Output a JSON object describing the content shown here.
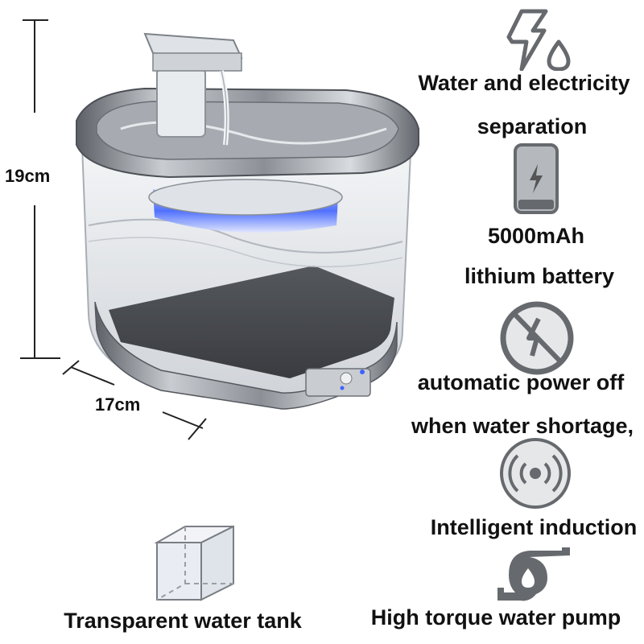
{
  "dimensions": {
    "height_label": "19cm",
    "width_label": "17cm"
  },
  "product": {
    "icon": "pet-water-fountain",
    "colors": {
      "steel": "#7f8387",
      "glow": "#3f63ff",
      "tank": "#d9dde3"
    }
  },
  "features": [
    {
      "icon": "water-electricity-icon",
      "line1": "Water and electricity",
      "line2": "separation"
    },
    {
      "icon": "battery-icon",
      "line1": "5000mAh",
      "line2": "lithium battery"
    },
    {
      "icon": "power-off-icon",
      "line1": "automatic power off",
      "line2": "when water shortage,"
    },
    {
      "icon": "induction-icon",
      "line1": "Intelligent induction"
    },
    {
      "icon": "water-pump-icon",
      "line1": "High torque water pump"
    }
  ],
  "tank": {
    "icon": "transparent-cube-icon",
    "label": "Transparent water tank"
  },
  "icon_color": "#666a6e"
}
